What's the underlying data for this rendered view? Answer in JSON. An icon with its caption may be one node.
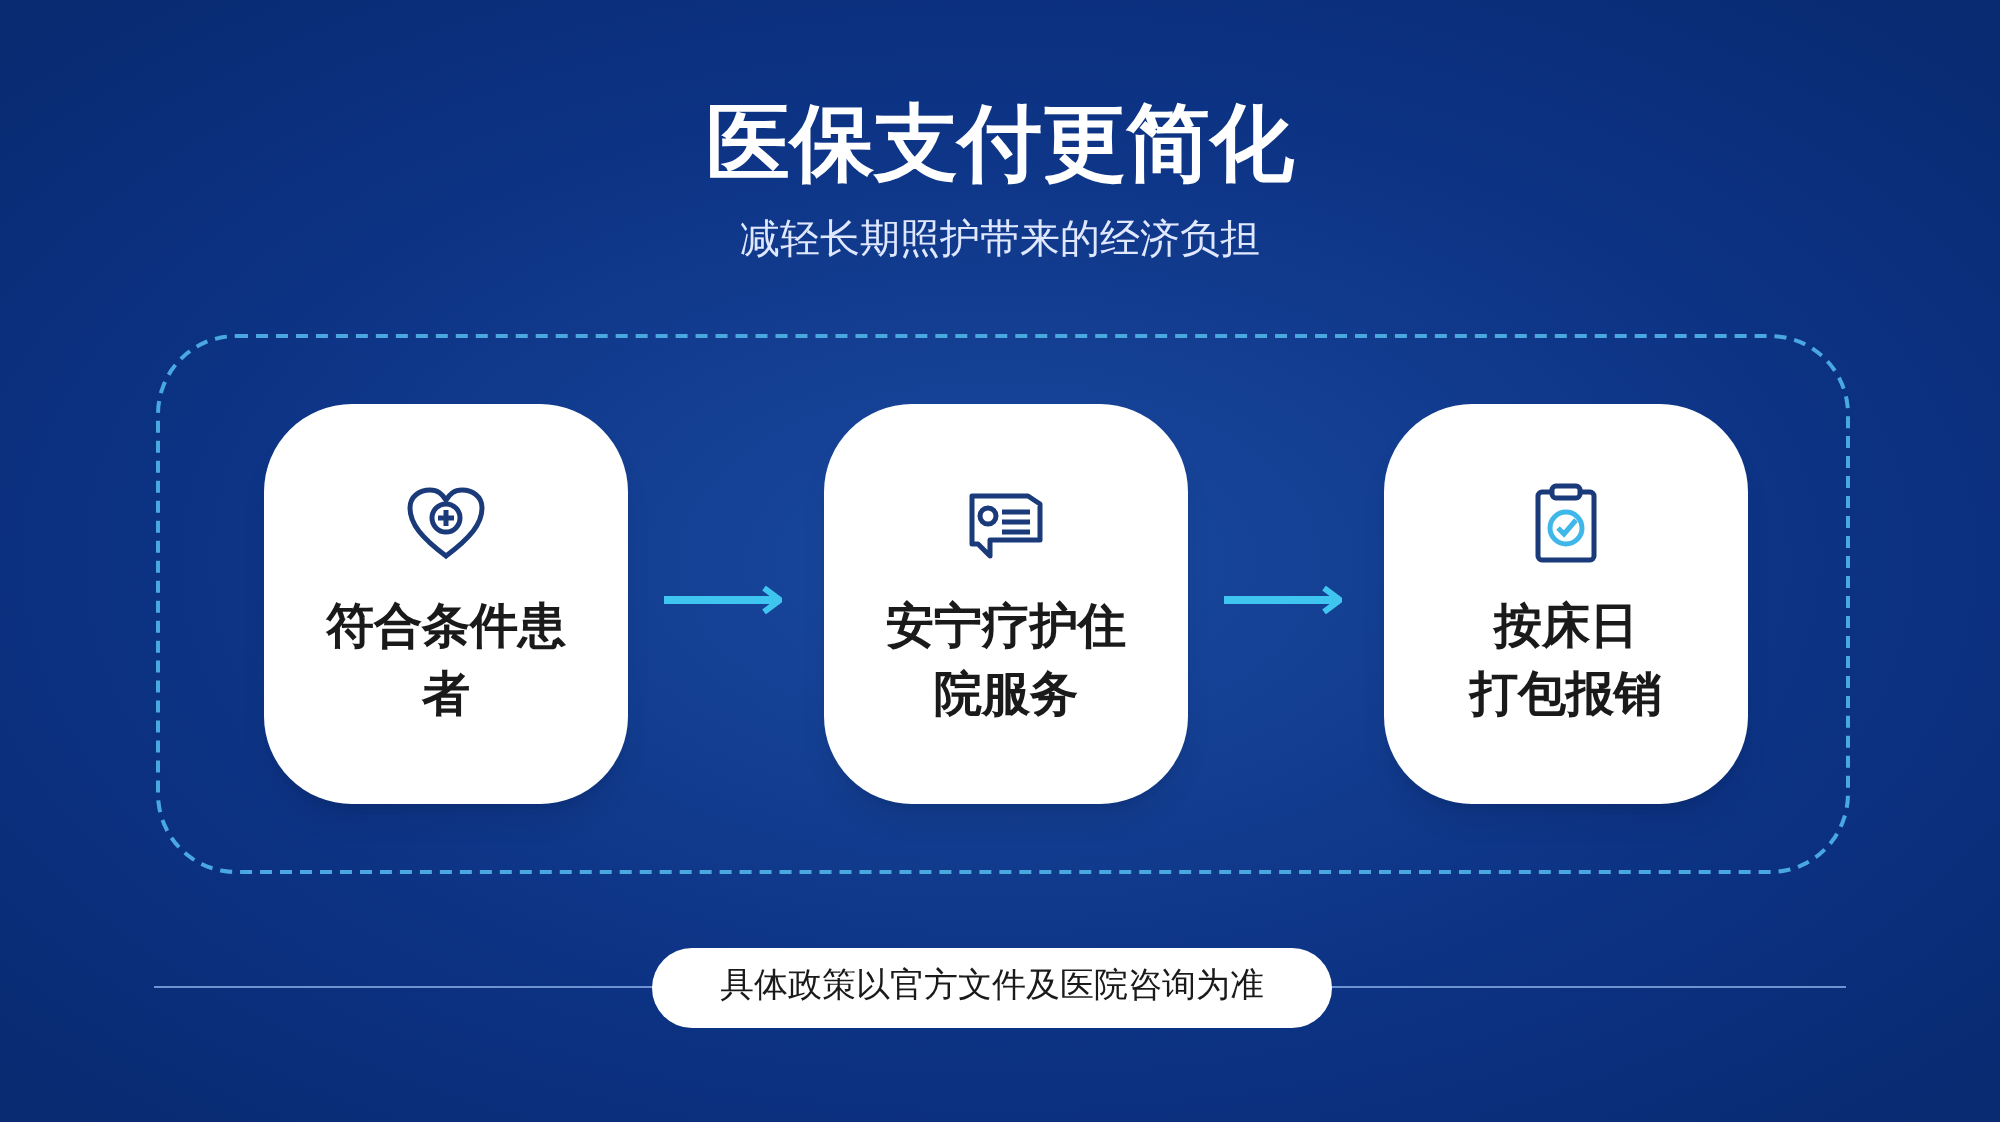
{
  "diagram": {
    "title": "医保支付更简化",
    "nodes": [
      {
        "text": [],
        "shape": "box"
      },
      {
        "text": [
          "符合条件患者"
        ],
        "in": 0
      },
      {
        "text": [
          "安宁疗护住院服务"
        ],
        "in": 0
      },
      {
        "text": [
          "按床日",
          "打包报销"
        ],
        "in": 0
      },
      {
        "text": [
          "具体政策以官方文件及医院咨询为准"
        ]
      }
    ],
    "edges": [
      {
        "from": 1,
        "to": 2,
        "arrow": "to",
        "color": "#3fc6f0"
      },
      {
        "from": 2,
        "to": 3,
        "arrow": "to",
        "color": "#3fc6f0"
      }
    ],
    "labels": [
      "减轻长期照护带来的经济负担"
    ]
  }
}
